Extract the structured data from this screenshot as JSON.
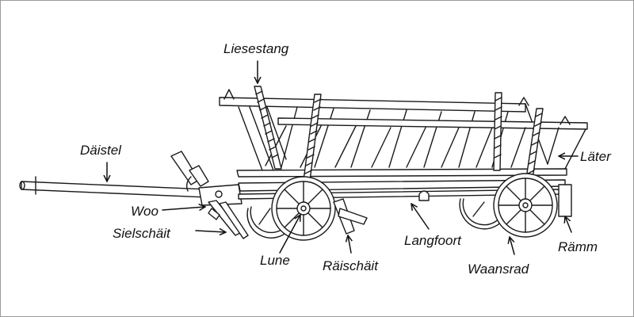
{
  "diagram": {
    "style": {
      "stroke": "#1a1a1a",
      "background": "#ffffff"
    },
    "labels": {
      "liesestang": "Liesestang",
      "daistel": "Däistel",
      "later": "Läter",
      "woo": "Woo",
      "sielschait": "Sielschäit",
      "lune": "Lune",
      "raischait": "Räischäit",
      "langfoort": "Langfoort",
      "waansrad": "Waansrad",
      "ramm": "Rämm"
    }
  }
}
